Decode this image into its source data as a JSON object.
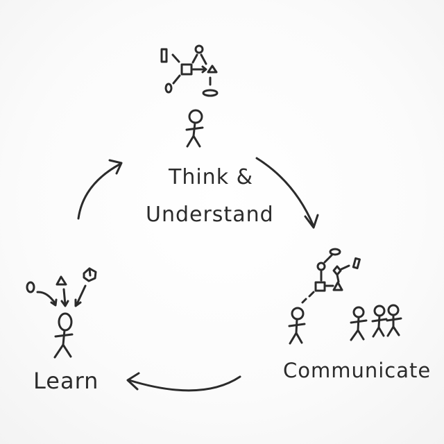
{
  "diagram": {
    "nodes": {
      "think": {
        "line1": "Think &",
        "line2": "Understand"
      },
      "communicate": {
        "label": "Communicate"
      },
      "learn": {
        "label": "Learn"
      }
    },
    "edges": [
      {
        "from": "think",
        "to": "communicate"
      },
      {
        "from": "communicate",
        "to": "learn"
      },
      {
        "from": "learn",
        "to": "think"
      }
    ],
    "colors": {
      "ink": "#2b2b2b",
      "background": "#ffffff"
    }
  }
}
